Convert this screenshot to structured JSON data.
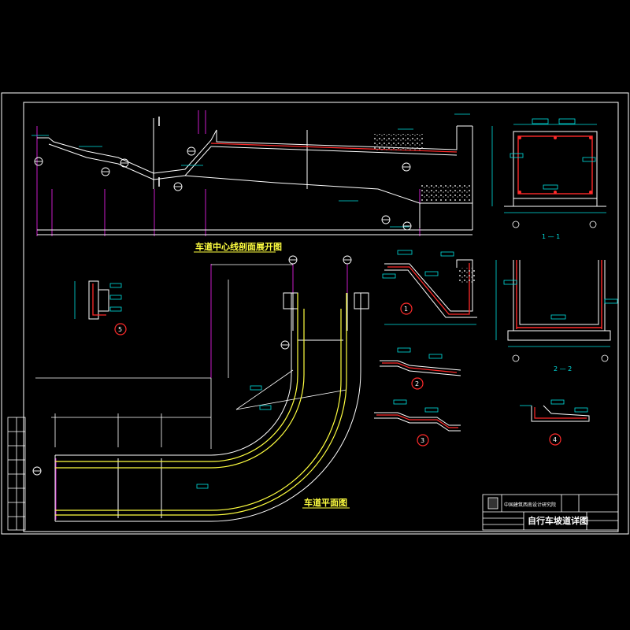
{
  "colors": {
    "background": "#000000",
    "frame": "#ffffff",
    "concrete": "#ffffff",
    "rebar": "#ff2a2a",
    "dimension": "#00e0e0",
    "gridline": "#e020e0",
    "ramp_edge": "#ffff40",
    "title": "#ffff40"
  },
  "titles": {
    "profile": "车道中心线剖面展开图",
    "plan": "车道平面图"
  },
  "section_labels": {
    "s1": "1 — 1",
    "s2": "2 — 2"
  },
  "detail_numbers": [
    "1",
    "2",
    "3",
    "4",
    "5"
  ],
  "title_block": {
    "company": "中国建筑西南设计研究院",
    "drawing_title": "自行车坡道详图"
  }
}
